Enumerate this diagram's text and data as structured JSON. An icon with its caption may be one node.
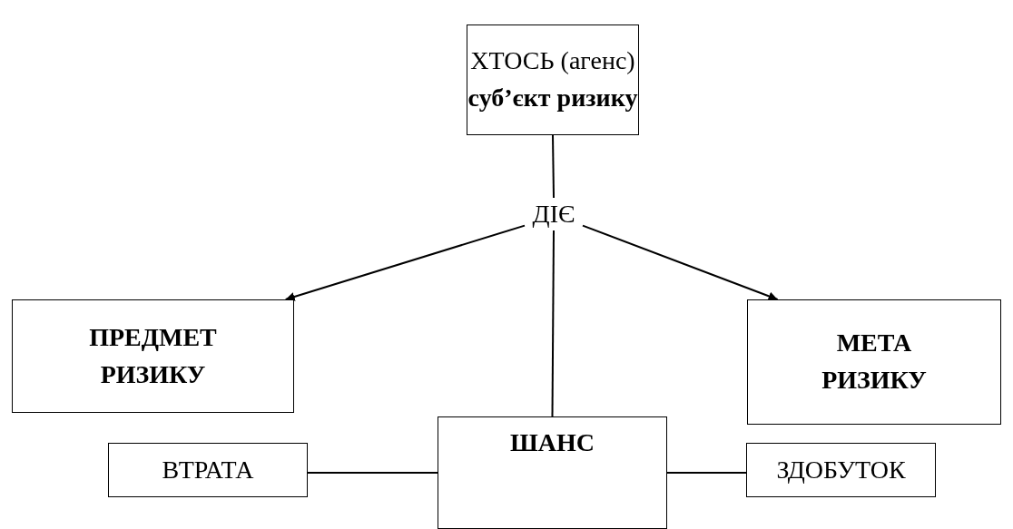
{
  "diagram": {
    "nodes": [
      {
        "text": [
          "ХТОСЬ (агенс)",
          "суб’єкт ризику"
        ]
      },
      {
        "text": [
          "ДІЄ"
        ]
      },
      {
        "text": [
          "ПРЕДМЕТ РИЗИКУ"
        ]
      },
      {
        "text": [
          "МЕТА РИЗИКУ"
        ]
      },
      {
        "text": [
          "ШАНС"
        ]
      },
      {
        "text": [
          "ВТРАТА"
        ]
      },
      {
        "text": [
          "ЗДОБУТОК"
        ]
      }
    ],
    "edges": [
      {
        "from": 0,
        "to": 1,
        "arrow": "none"
      },
      {
        "from": 1,
        "to": 2,
        "arrow": "to"
      },
      {
        "from": 1,
        "to": 3,
        "arrow": "to"
      },
      {
        "from": 1,
        "to": 4,
        "arrow": "none"
      },
      {
        "from": 5,
        "to": 4,
        "arrow": "none"
      },
      {
        "from": 4,
        "to": 6,
        "arrow": "none"
      }
    ]
  }
}
